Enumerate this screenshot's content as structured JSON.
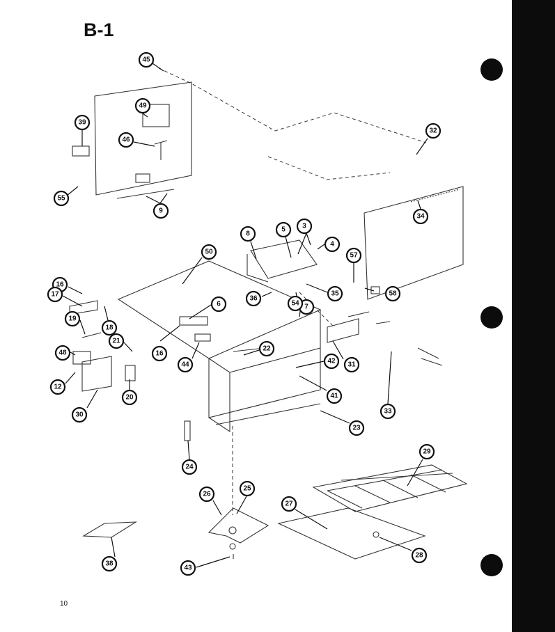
{
  "page": {
    "title": "B-1",
    "page_number": "10"
  },
  "callouts": [
    "45",
    "49",
    "39",
    "46",
    "55",
    "9",
    "32",
    "34",
    "8",
    "5",
    "3",
    "4",
    "57",
    "58",
    "50",
    "35",
    "36",
    "7",
    "54",
    "16",
    "17",
    "18",
    "6",
    "19",
    "48",
    "21",
    "16",
    "44",
    "22",
    "42",
    "31",
    "12",
    "20",
    "30",
    "41",
    "33",
    "23",
    "24",
    "29",
    "26",
    "25",
    "27",
    "28",
    "38",
    "43"
  ]
}
